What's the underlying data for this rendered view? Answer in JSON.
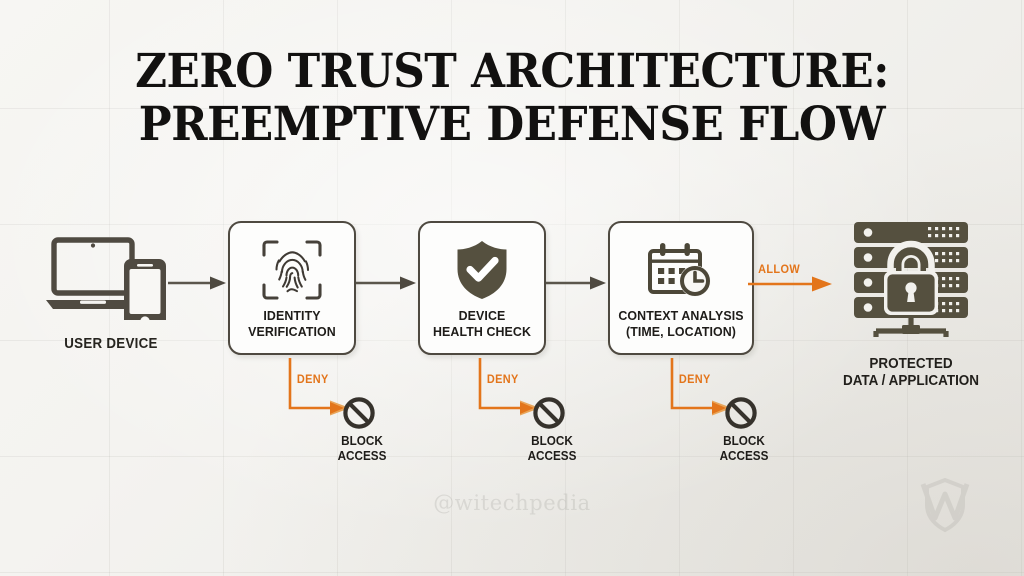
{
  "title": "ZERO TRUST ARCHITECTURE:\nPREEMPTIVE DEFENSE FLOW",
  "colors": {
    "accent_orange": "#e3751b",
    "dark_gray": "#4e4940",
    "icon_gray": "#55503f",
    "background": "#f4f3f0",
    "card_fill": "#fdfdfc"
  },
  "source": {
    "label": "USER DEVICE",
    "icon": "laptop-and-phone-icon"
  },
  "stages": [
    {
      "id": "identity-verification",
      "label": "IDENTITY\nVERIFICATION",
      "icon": "fingerprint-scan-icon"
    },
    {
      "id": "device-health-check",
      "label": "DEVICE\nHEALTH CHECK",
      "icon": "shield-check-icon"
    },
    {
      "id": "context-analysis",
      "label": "CONTEXT ANALYSIS\n(TIME, LOCATION)",
      "icon": "calendar-clock-icon"
    }
  ],
  "deny_branches": [
    {
      "edge_label": "DENY",
      "node_label": "BLOCK\nACCESS",
      "icon": "no-entry-icon"
    },
    {
      "edge_label": "DENY",
      "node_label": "BLOCK\nACCESS",
      "icon": "no-entry-icon"
    },
    {
      "edge_label": "DENY",
      "node_label": "BLOCK\nACCESS",
      "icon": "no-entry-icon"
    }
  ],
  "allow_edge": {
    "label": "ALLOW"
  },
  "destination": {
    "label": "PROTECTED\nDATA / APPLICATION",
    "icon": "server-lock-icon"
  },
  "watermark": {
    "handle": "@witechpedia",
    "logo": "brand-logo-mark"
  }
}
